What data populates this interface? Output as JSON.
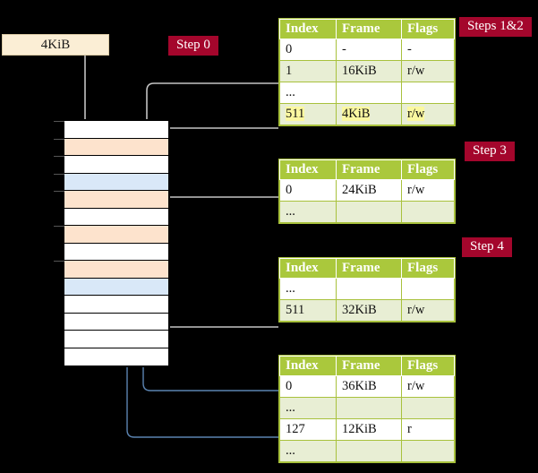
{
  "diagram": {
    "title": "page-table-walk",
    "vaddr": {
      "label": "4KiB"
    },
    "steps": [
      {
        "id": "step0",
        "label": "Step 0"
      },
      {
        "id": "steps1n2",
        "label": "Steps 1&2"
      },
      {
        "id": "step3",
        "label": "Step 3"
      },
      {
        "id": "step4",
        "label": "Step 4"
      }
    ],
    "memory": {
      "name": "physical-memory-column",
      "rows": [
        {
          "kind": "plain"
        },
        {
          "kind": "write"
        },
        {
          "kind": "plain"
        },
        {
          "kind": "read"
        },
        {
          "kind": "write"
        },
        {
          "kind": "plain"
        },
        {
          "kind": "write"
        },
        {
          "kind": "plain"
        },
        {
          "kind": "write"
        },
        {
          "kind": "read"
        },
        {
          "kind": "plain"
        },
        {
          "kind": "plain"
        },
        {
          "kind": "plain"
        },
        {
          "kind": "plain"
        }
      ]
    },
    "tables": [
      {
        "name": "page-table-level-4",
        "headers": [
          "Index",
          "Frame",
          "Flags"
        ],
        "rows": [
          {
            "alt": false,
            "highlight": false,
            "cells": [
              "0",
              "-",
              "-"
            ]
          },
          {
            "alt": true,
            "highlight": false,
            "cells": [
              "1",
              "16KiB",
              "r/w"
            ]
          },
          {
            "alt": false,
            "highlight": false,
            "cells": [
              "...",
              "",
              ""
            ]
          },
          {
            "alt": true,
            "highlight": true,
            "cells": [
              "511",
              "4KiB",
              "r/w"
            ]
          }
        ]
      },
      {
        "name": "page-table-level-3",
        "headers": [
          "Index",
          "Frame",
          "Flags"
        ],
        "rows": [
          {
            "alt": false,
            "highlight": false,
            "cells": [
              "0",
              "24KiB",
              "r/w"
            ]
          },
          {
            "alt": true,
            "highlight": false,
            "cells": [
              "...",
              "",
              ""
            ]
          }
        ]
      },
      {
        "name": "page-table-level-2",
        "headers": [
          "Index",
          "Frame",
          "Flags"
        ],
        "rows": [
          {
            "alt": false,
            "highlight": false,
            "cells": [
              "...",
              "",
              ""
            ]
          },
          {
            "alt": true,
            "highlight": false,
            "cells": [
              "511",
              "32KiB",
              "r/w"
            ]
          }
        ]
      },
      {
        "name": "page-table-level-1",
        "headers": [
          "Index",
          "Frame",
          "Flags"
        ],
        "rows": [
          {
            "alt": false,
            "highlight": false,
            "cells": [
              "0",
              "36KiB",
              "r/w"
            ]
          },
          {
            "alt": true,
            "highlight": false,
            "cells": [
              "...",
              "",
              ""
            ]
          },
          {
            "alt": false,
            "highlight": false,
            "cells": [
              "127",
              "12KiB",
              "r"
            ]
          },
          {
            "alt": true,
            "highlight": false,
            "cells": [
              "...",
              "",
              ""
            ]
          }
        ]
      }
    ],
    "colors": {
      "background": "#000000",
      "badge": "#a4062c",
      "table_header": "#aac83c",
      "table_alt_row": "#e8eed4",
      "highlight": "#fbf8a0",
      "write_row": "#fde3cd",
      "read_row": "#d9e8f8",
      "write_arrow": "#b9b9b9",
      "read_arrow": "#5b84b1",
      "vaddr_box": "#fbeed5"
    }
  }
}
